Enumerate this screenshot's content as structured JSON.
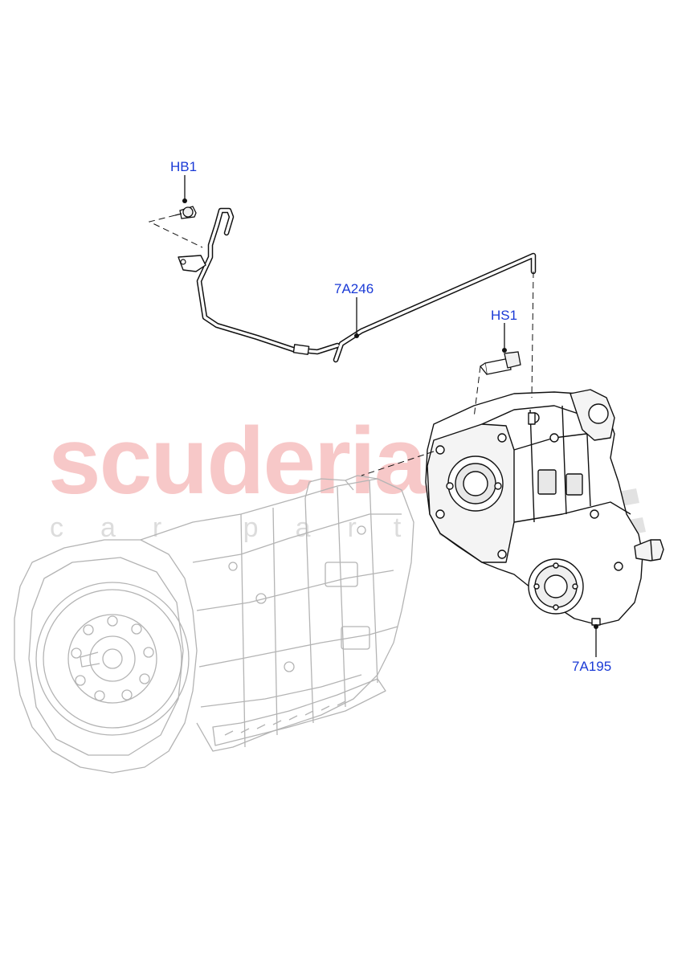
{
  "watermark": {
    "brand": "scuderia",
    "sub": "car parts",
    "colors": {
      "brand": "#f7c8c8",
      "sub": "#dcdcdc",
      "flag": "#e2e2e2"
    }
  },
  "callouts": {
    "hb1": "HB1",
    "pipe": "7A246",
    "hs1": "HS1",
    "transfer_case": "7A195"
  },
  "colors": {
    "callout_text": "#1a3ad6",
    "line": "#000000",
    "ghost_line": "#b4b4b4"
  },
  "icons": {
    "hb1": "bolt-icon",
    "hs1": "bolt-icon",
    "pipe": "breather-pipe-icon",
    "transfer_case": "transfer-case-icon",
    "transmission": "transmission-icon"
  }
}
